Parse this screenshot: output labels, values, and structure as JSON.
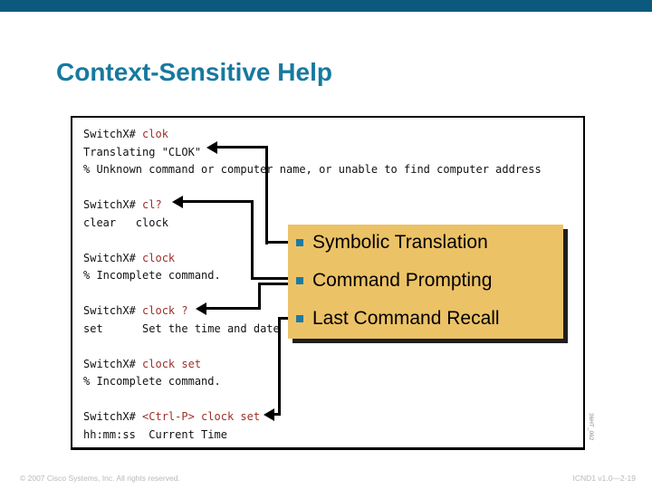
{
  "slide": {
    "title": "Context-Sensitive Help",
    "footer_left": "© 2007 Cisco Systems, Inc. All rights reserved.",
    "footer_right": "ICND1 v1.0—2-19",
    "figure_id": "36HT_062"
  },
  "colors": {
    "top_bar": "#0b5a7d",
    "title_text": "#17799f",
    "command_red": "#9e2f28",
    "callout_bg": "#ecc266",
    "callout_shadow": "#1f1f1f",
    "bullet_square": "#2079a3"
  },
  "terminal": {
    "lines": [
      [
        {
          "t": "SwitchX# ",
          "red": false
        },
        {
          "t": "clok",
          "red": true
        }
      ],
      [
        {
          "t": "Translating \"CLOK\"",
          "red": false
        }
      ],
      [
        {
          "t": "% Unknown command or computer name, or unable to find computer address",
          "red": false
        }
      ],
      [],
      [
        {
          "t": "SwitchX# ",
          "red": false
        },
        {
          "t": "cl?",
          "red": true
        }
      ],
      [
        {
          "t": "clear   clock",
          "red": false
        }
      ],
      [],
      [
        {
          "t": "SwitchX# ",
          "red": false
        },
        {
          "t": "clock",
          "red": true
        }
      ],
      [
        {
          "t": "% Incomplete command.",
          "red": false
        }
      ],
      [],
      [
        {
          "t": "SwitchX# ",
          "red": false
        },
        {
          "t": "clock ?",
          "red": true
        }
      ],
      [
        {
          "t": "set      Set the time and date",
          "red": false
        }
      ],
      [],
      [
        {
          "t": "SwitchX# ",
          "red": false
        },
        {
          "t": "clock set",
          "red": true
        }
      ],
      [
        {
          "t": "% Incomplete command.",
          "red": false
        }
      ],
      [],
      [
        {
          "t": "SwitchX# ",
          "red": false
        },
        {
          "t": "<Ctrl-P> clock set",
          "red": true
        }
      ],
      [
        {
          "t": "hh:mm:ss  Current Time",
          "red": false
        }
      ]
    ]
  },
  "callout": {
    "items": [
      "Symbolic Translation",
      "Command Prompting",
      "Last Command Recall"
    ]
  }
}
